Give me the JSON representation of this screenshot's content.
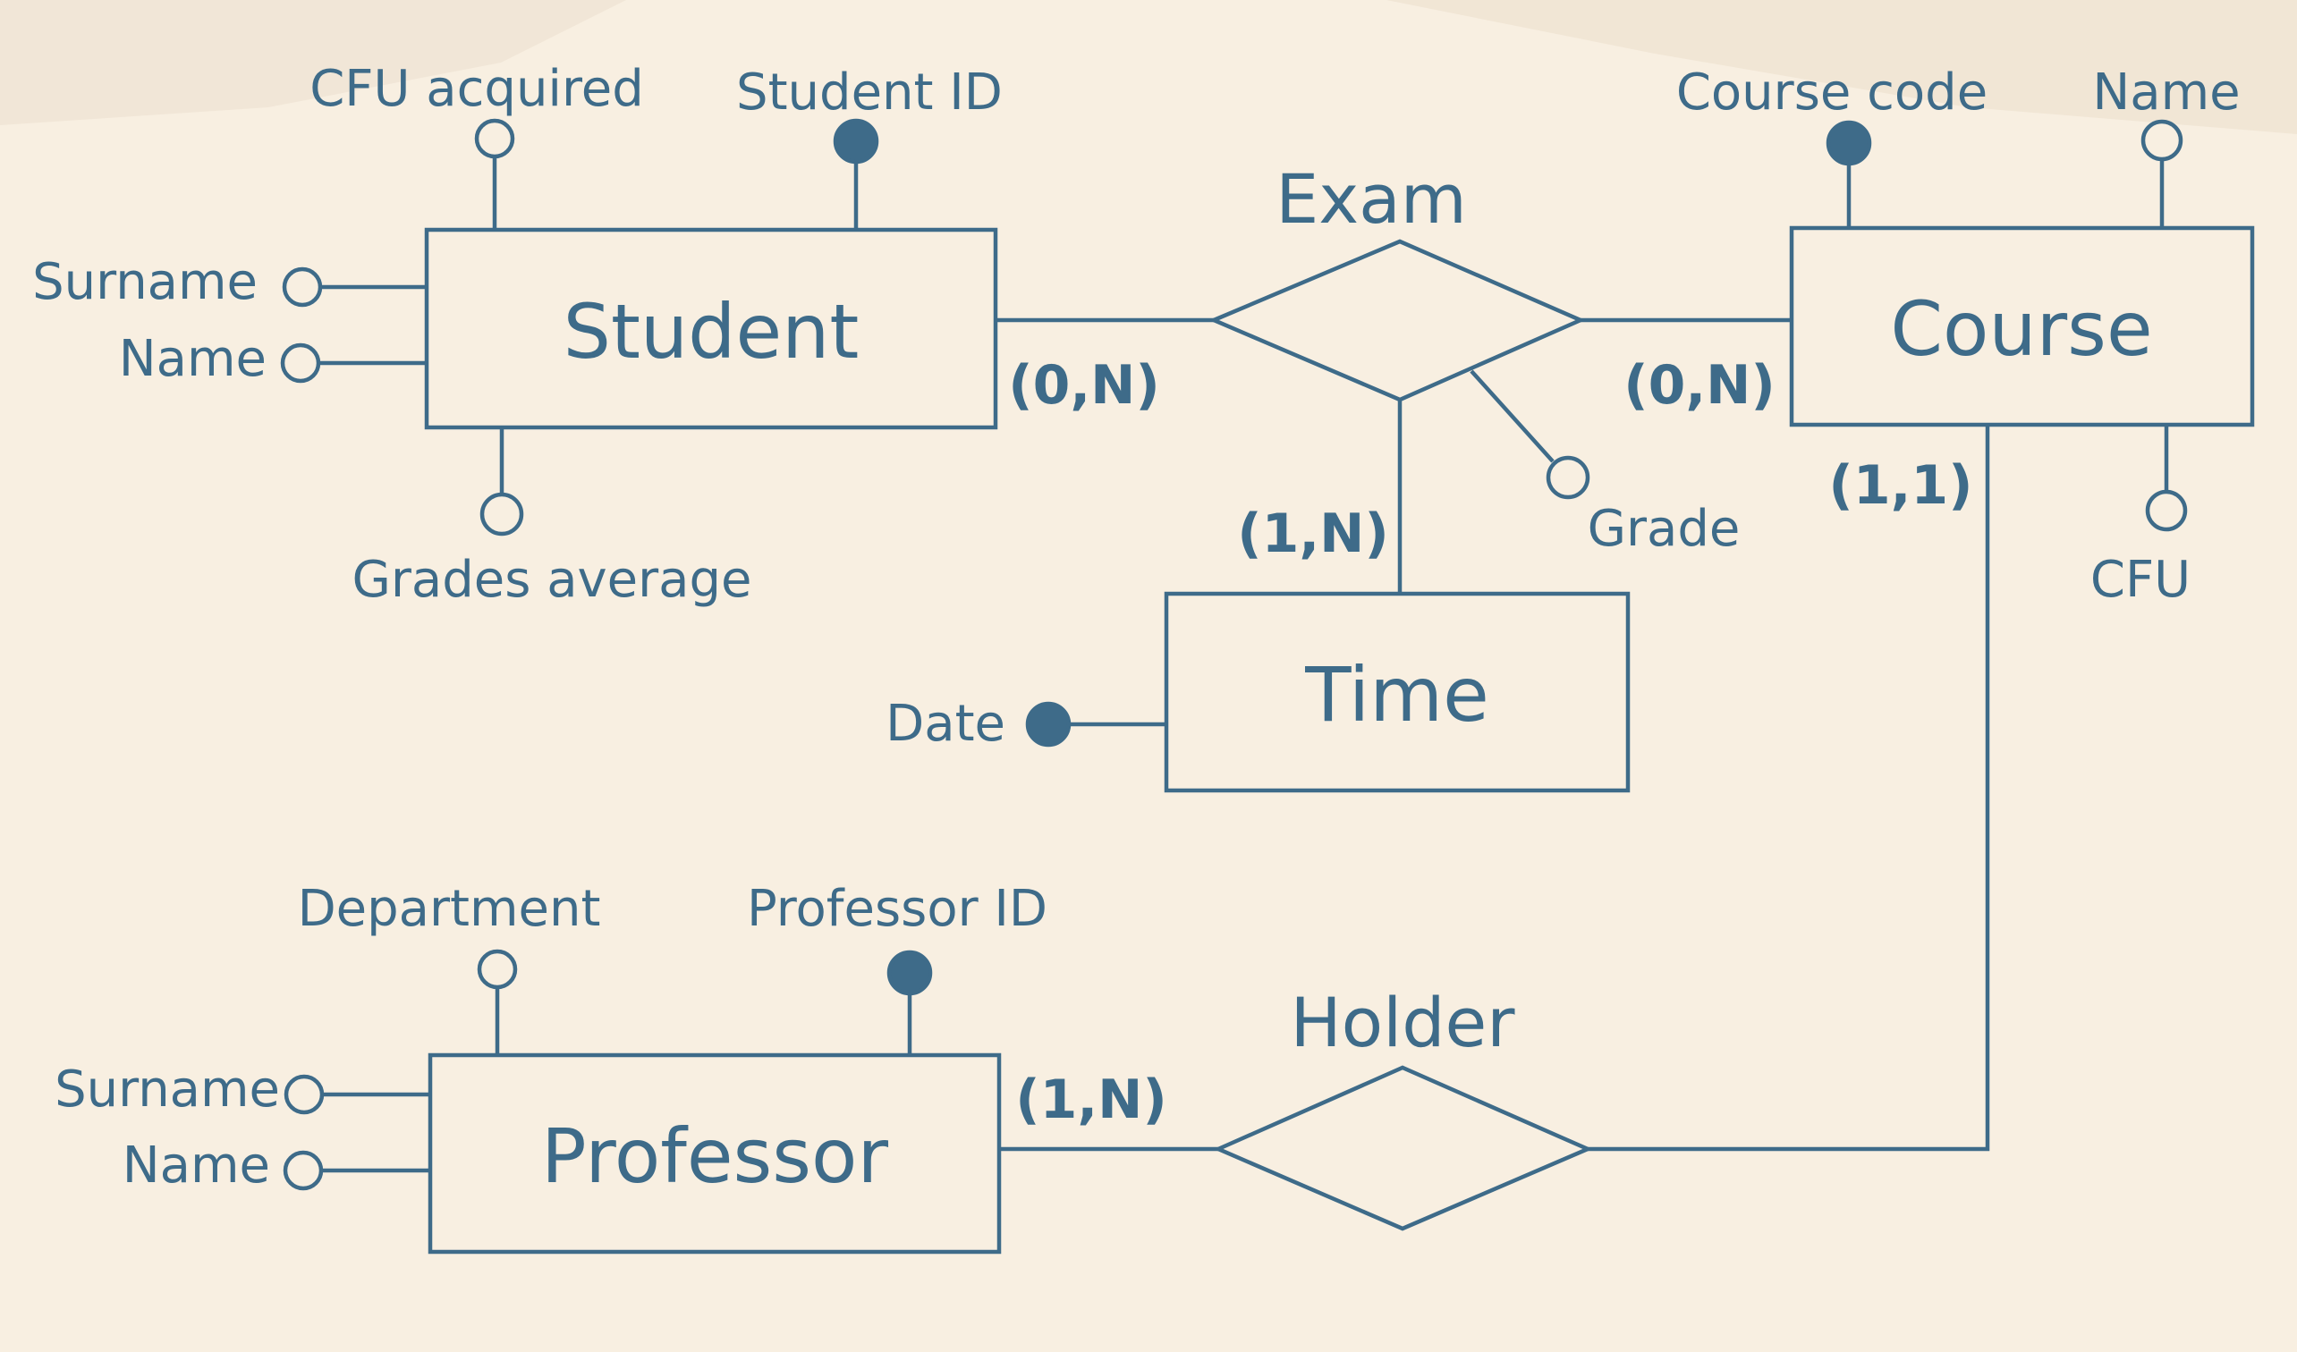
{
  "entities": {
    "student": "Student",
    "course": "Course",
    "time": "Time",
    "professor": "Professor"
  },
  "relationships": {
    "exam": "Exam",
    "holder": "Holder"
  },
  "attributes": {
    "student_cfu_acquired": "CFU acquired",
    "student_id": "Student ID",
    "student_surname": "Surname",
    "student_name": "Name",
    "student_grades_average": "Grades average",
    "course_code": "Course code",
    "course_name": "Name",
    "course_cfu": "CFU",
    "exam_grade": "Grade",
    "time_date": "Date",
    "professor_department": "Department",
    "professor_id": "Professor ID",
    "professor_surname": "Surname",
    "professor_name": "Name"
  },
  "cardinalities": {
    "student_exam": "(0,N)",
    "course_exam": "(0,N)",
    "time_exam": "(1,N)",
    "course_holder": "(1,1)",
    "professor_holder": "(1,N)"
  },
  "colors": {
    "ink": "#3e6b89",
    "background": "#f8efe1"
  }
}
